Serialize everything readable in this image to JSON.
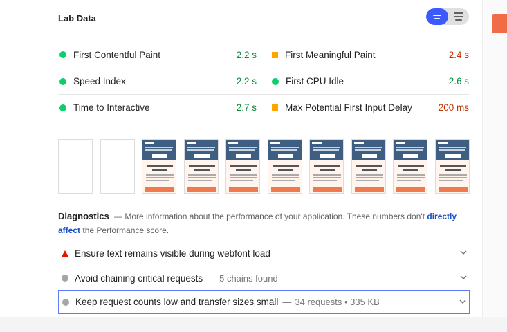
{
  "section_title": "Lab Data",
  "toggle": {
    "left_icon": "list-compact-icon",
    "right_icon": "list-expanded-icon",
    "accent": "#3d5afe"
  },
  "metrics": [
    {
      "label": "First Contentful Paint",
      "value": "2.2 s",
      "status": "pass"
    },
    {
      "label": "First Meaningful Paint",
      "value": "2.4 s",
      "status": "average"
    },
    {
      "label": "Speed Index",
      "value": "2.2 s",
      "status": "pass"
    },
    {
      "label": "First CPU Idle",
      "value": "2.6 s",
      "status": "pass"
    },
    {
      "label": "Time to Interactive",
      "value": "2.7 s",
      "status": "pass"
    },
    {
      "label": "Max Potential First Input Delay",
      "value": "200 ms",
      "status": "average"
    }
  ],
  "colors": {
    "pass": "#0cce6b",
    "pass_text": "#0c8b3c",
    "average": "#ffa400",
    "average_text": "#c33300",
    "fail": "#eb0f00",
    "link": "#1a4fc4"
  },
  "filmstrip": {
    "blank_frames": 2,
    "rendered_frames": 8
  },
  "diagnostics": {
    "title": "Diagnostics",
    "dash": "—",
    "desc_before": "More information about the performance of your application. These numbers don't",
    "link_text": "directly affect",
    "desc_after": "the Performance score."
  },
  "audits": [
    {
      "title": "Ensure text remains visible during webfont load",
      "detail": "",
      "icon": "fail-triangle-icon"
    },
    {
      "title": "Avoid chaining critical requests",
      "detail": "5 chains found",
      "icon": "info-dot-icon"
    },
    {
      "title": "Keep request counts low and transfer sizes small",
      "detail": "34 requests • 335 KB",
      "icon": "info-dot-icon"
    }
  ]
}
